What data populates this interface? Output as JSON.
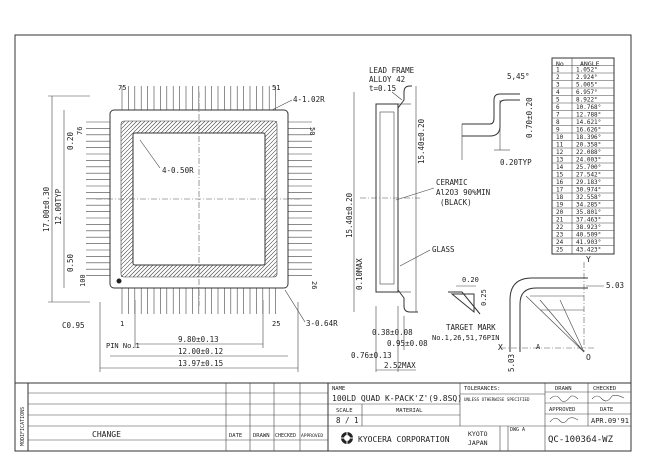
{
  "drawing": {
    "pin_labels": {
      "p75": "75",
      "p51": "51",
      "p76": "76",
      "p50": "50",
      "p100": "100",
      "p26": "26",
      "p25": "25",
      "p1": "1"
    },
    "radius_labels": {
      "r1": "4-1.02R",
      "r2": "4-0.50R",
      "r3": "3-0.64R"
    },
    "left_dims": {
      "d1": "17.00±0.30",
      "d2": "12.00TYP",
      "d3": "0.20",
      "d4": "0.50"
    },
    "bottom_dims": {
      "c": "C0.95",
      "pin": "PIN No.1",
      "d1": "9.80±0.13",
      "d2": "12.00±0.12",
      "d3": "13.97±0.15"
    },
    "side_labels": {
      "lead_frame": "LEAD FRAME",
      "alloy": "ALLOY 42",
      "t": "t=0.15",
      "ceramic": "CERAMIC",
      "ceramic_mat": "Al2O3 90%MIN",
      "ceramic_color": "(BLACK)",
      "glass": "GLASS",
      "v1": "15.40±0.20",
      "v2": "15.40±0.20",
      "v3": "0.70±0.20",
      "v4": "0.20TYP",
      "v5": "0.10MAX",
      "h1": "0.38±0.08",
      "h2": "0.95±0.08",
      "h3": "0.76±0.13",
      "h4": "2.52MAX",
      "s45": "5,45°"
    },
    "target": {
      "d1": "0.20",
      "d2": "0.25",
      "label": "TARGET MARK",
      "pins": "No.1,26,51,76PIN"
    },
    "corner": {
      "y": "Y",
      "x": "X",
      "o": "O",
      "a": "A",
      "d1": "5.03",
      "d2": "5.03"
    }
  },
  "angle_table": {
    "headers": [
      "No",
      "ANGLE"
    ],
    "rows": [
      [
        "1",
        "1.052°"
      ],
      [
        "2",
        "2.924°"
      ],
      [
        "3",
        "5.005°"
      ],
      [
        "4",
        "6.957°"
      ],
      [
        "5",
        "8.922°"
      ],
      [
        "6",
        "10.768°"
      ],
      [
        "7",
        "12.788°"
      ],
      [
        "8",
        "14.621°"
      ],
      [
        "9",
        "16.626°"
      ],
      [
        "10",
        "18.396°"
      ],
      [
        "11",
        "20.358°"
      ],
      [
        "12",
        "22.088°"
      ],
      [
        "13",
        "24.003°"
      ],
      [
        "14",
        "25.700°"
      ],
      [
        "15",
        "27.542°"
      ],
      [
        "16",
        "29.183°"
      ],
      [
        "17",
        "30.974°"
      ],
      [
        "18",
        "32.558°"
      ],
      [
        "19",
        "34.285°"
      ],
      [
        "20",
        "35.801°"
      ],
      [
        "21",
        "37.463°"
      ],
      [
        "22",
        "38.923°"
      ],
      [
        "23",
        "40.509°"
      ],
      [
        "24",
        "41.903°"
      ],
      [
        "25",
        "43.423°"
      ]
    ]
  },
  "title_block": {
    "modifications": "MODIFICATIONS",
    "change": "CHANGE",
    "date_col": "DATE",
    "drawn_col": "DRAWN",
    "checked_col": "CHECKED",
    "approved_col": "APPROVED",
    "name_label": "NAME",
    "name_value": "100LD QUAD K-PACK'Z'(9.8SQ)",
    "tolerances": "TOLERANCES:",
    "tol_note": "UNLESS OTHERWISE SPECIFIED",
    "scale_label": "SCALE",
    "material_label": "MATERIAL",
    "scale_value": "8 / 1",
    "company": "KYOCERA CORPORATION",
    "city": "KYOTO",
    "country": "JAPAN",
    "dwg_label": "DWG A",
    "dwg_no": "QC-100364-WZ",
    "drawn": "DRAWN",
    "checked": "CHECKED",
    "approved": "APPROVED",
    "date": "DATE",
    "date_value": "APR.09'91"
  }
}
